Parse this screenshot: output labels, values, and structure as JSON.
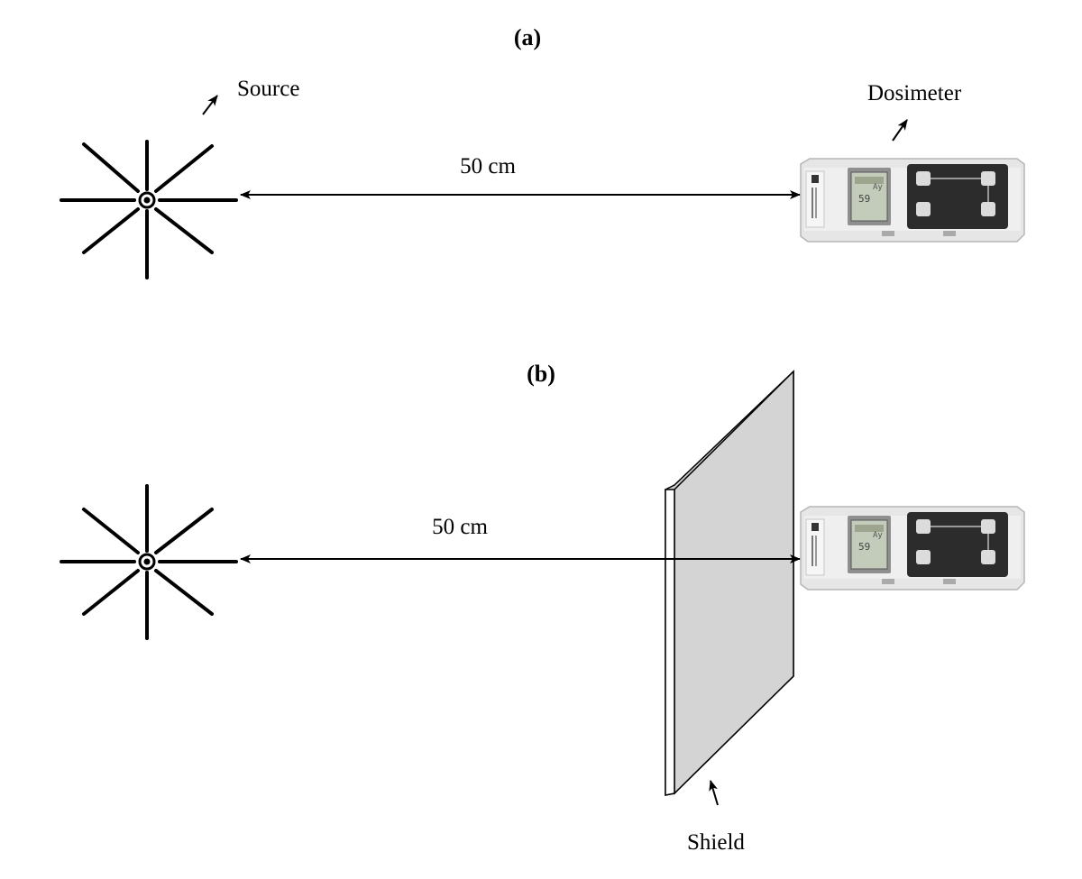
{
  "panels": [
    {
      "label": "(a)",
      "source_label": "Source",
      "distance_label": "50 cm",
      "dosimeter_label": "Dosimeter",
      "has_shield": false
    },
    {
      "label": "(b)",
      "distance_label": "50 cm",
      "shield_label": "Shield",
      "has_shield": true
    }
  ],
  "icons": {
    "source": "radiation-source-star-icon",
    "dosimeter": "dosimeter-device-icon"
  },
  "colors": {
    "line": "#000000",
    "shield_face": "#d4d4d4",
    "shield_edge": "#ffffff",
    "device_body": "#e8e8e8",
    "device_panel": "#2b2b2b",
    "device_screen": "#bfc8b8"
  }
}
